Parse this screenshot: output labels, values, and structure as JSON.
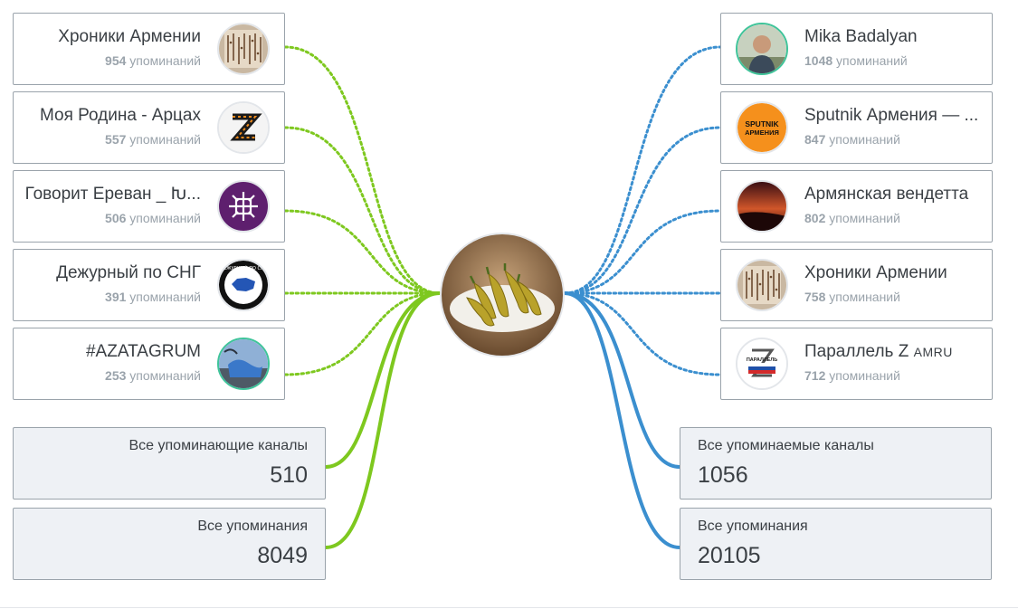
{
  "colors": {
    "left_accent": "#7ec81f",
    "right_accent": "#3b8fcf",
    "card_border": "#9aa3ab",
    "stat_bg": "#eef1f5",
    "active_ring": "#3fc49a"
  },
  "mentions_suffix": "упоминаний",
  "left_channels": [
    {
      "name": "Хроники Армении",
      "count": "954",
      "icon": "armenian-script-icon"
    },
    {
      "name": "Моя Родина - Арцах",
      "count": "557",
      "icon": "z-ribbon-logo-icon"
    },
    {
      "name": "Говорит Ереван _ Խ...",
      "count": "506",
      "icon": "armenian-ornament-icon"
    },
    {
      "name": "Дежурный по СНГ",
      "count": "391",
      "icon": "cis-map-logo-icon"
    },
    {
      "name": "#AZATAGRUM",
      "count": "253",
      "icon": "protest-photo-icon"
    }
  ],
  "right_channels": [
    {
      "name": "Mika Badalyan",
      "count": "1048",
      "icon": "person-photo-icon"
    },
    {
      "name": "Sputnik Армения — ...",
      "count": "847",
      "icon": "sputnik-logo-icon"
    },
    {
      "name": "Армянская вендетта",
      "count": "802",
      "icon": "sunset-photo-icon"
    },
    {
      "name": "Хроники Армении",
      "count": "758",
      "icon": "armenian-script-icon"
    },
    {
      "name": "Параллель Z",
      "name_suffix": "AMRU",
      "count": "712",
      "icon": "parallel-z-logo-icon"
    }
  ],
  "stats": {
    "left": [
      {
        "label": "Все упоминающие каналы",
        "value": "510"
      },
      {
        "label": "Все упоминания",
        "value": "8049"
      }
    ],
    "right": [
      {
        "label": "Все упоминаемые каналы",
        "value": "1056"
      },
      {
        "label": "Все упоминания",
        "value": "20105"
      }
    ]
  },
  "logo_text": {
    "sputnik": [
      "SPUTNIK",
      "АРМЕНИЯ"
    ],
    "parallel": "ПАРАЛЛЕЛЬ",
    "cis": "ДЕЖУРНЫЙ ПО СНГ"
  },
  "center": {
    "icon": "pickled-peppers-photo-icon"
  }
}
